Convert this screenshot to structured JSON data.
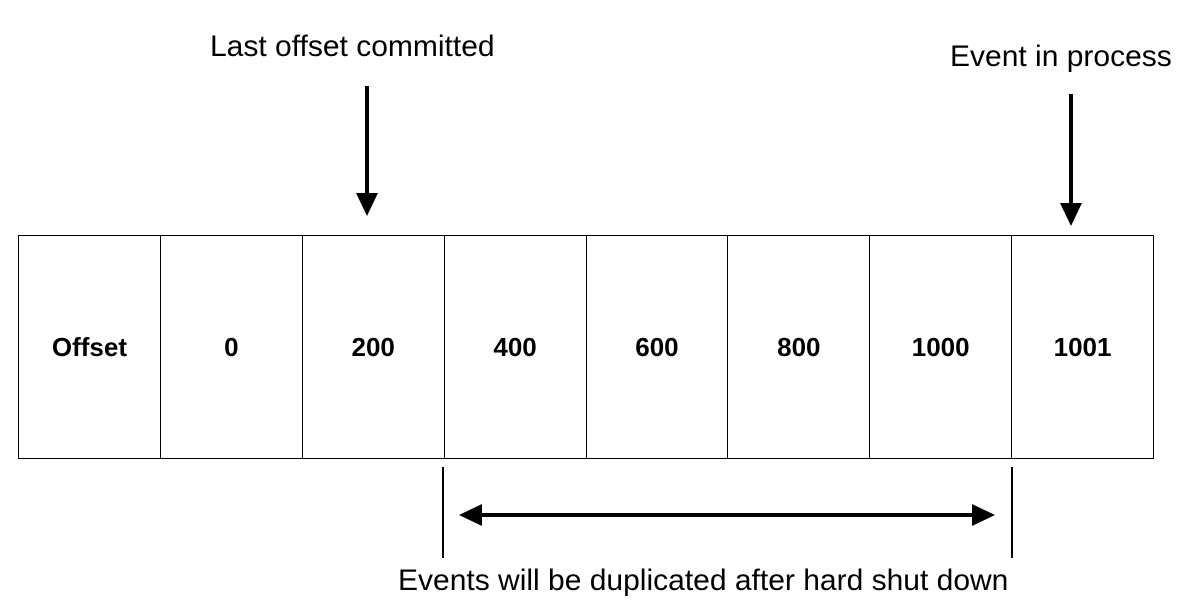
{
  "labels": {
    "last_offset_committed": "Last offset committed",
    "event_in_process": "Event in process",
    "duplicated_note": "Events will be duplicated after hard shut down"
  },
  "offset_row": {
    "cells": [
      {
        "text": "Offset"
      },
      {
        "text": "0"
      },
      {
        "text": "200"
      },
      {
        "text": "400"
      },
      {
        "text": "600"
      },
      {
        "text": "800"
      },
      {
        "text": "1000"
      },
      {
        "text": "1001"
      }
    ]
  },
  "colors": {
    "line": "#000000",
    "background": "#ffffff"
  }
}
